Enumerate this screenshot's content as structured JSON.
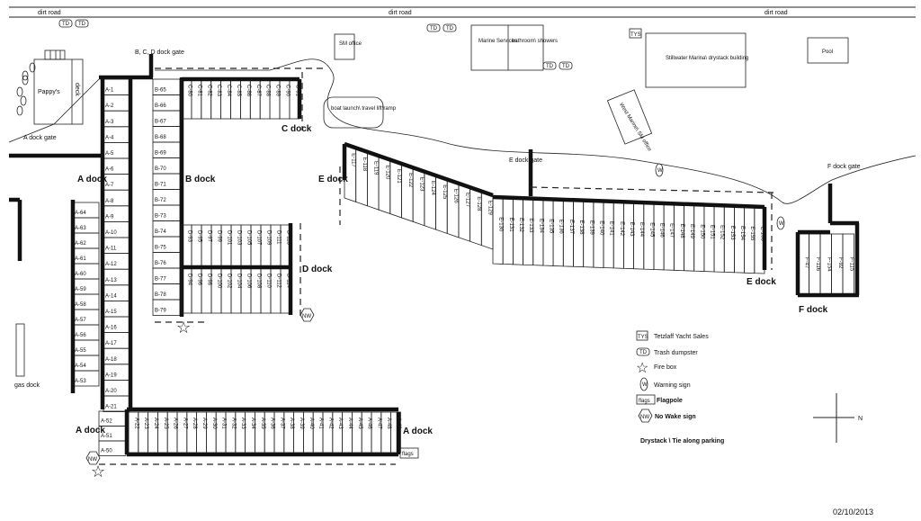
{
  "roads": {
    "dirt_road_left": "dirt road",
    "dirt_road_mid": "dirt road",
    "dirt_road_right": "dirt road"
  },
  "buildings": {
    "pappys": "Pappy's",
    "pappys_deck": "deck",
    "sm_office": "SM office",
    "marine_services": "Marine Services",
    "bathroom_showers": "bathroom\\ showers",
    "stillwater": "Stillwater Marina\\ drystack building",
    "pool": "Pool",
    "west_marine": "West Marine\\ SM office",
    "boat_launch": "boat launch\\ travel lift\\ramp",
    "gas_dock": "gas dock"
  },
  "gates": {
    "bcd": "B, C, D dock gate",
    "a": "A dock gate",
    "e": "E dock gate",
    "f": "F dock gate"
  },
  "markers": {
    "td": "TD",
    "tys": "TYS",
    "w": "W",
    "nw": "NW",
    "flags": "flags"
  },
  "dock_labels": {
    "a_top": "A dock",
    "a_bottom": "A dock",
    "a_right": "A dock",
    "b": "B dock",
    "c": "C dock",
    "d": "D dock",
    "e_left": "E dock",
    "e_right": "E dock",
    "f": "F dock"
  },
  "slips": {
    "a_left": [
      "A-64",
      "A-63",
      "A-62",
      "A-61",
      "A-60",
      "A-59",
      "A-58",
      "A-57",
      "A-56",
      "A-55",
      "A-54",
      "A-53"
    ],
    "a_main": [
      "A-1",
      "A-2",
      "A-3",
      "A-4",
      "A-5",
      "A-6",
      "A-7",
      "A-8",
      "A-9",
      "A-10",
      "A-11",
      "A-12",
      "A-13",
      "A-14",
      "A-15",
      "A-16",
      "A-17",
      "A-18",
      "A-19",
      "A-20",
      "A-21"
    ],
    "a_gate": [
      "A-52",
      "A-51",
      "A-50"
    ],
    "a_bottom": [
      "A-22",
      "A-23",
      "A-24",
      "A-25",
      "A-26",
      "A-27",
      "A-28",
      "A-29",
      "A-30",
      "A-31",
      "A-32",
      "A-33",
      "A-34",
      "A-35",
      "A-36",
      "A-37",
      "A-38",
      "A-39",
      "A-40",
      "A-41",
      "A-42",
      "A-43",
      "A-44",
      "A-45",
      "A-46",
      "A-47",
      "A-48",
      "A-49"
    ],
    "b": [
      "B-65",
      "B-66",
      "B-67",
      "B-68",
      "B-69",
      "B-70",
      "B-71",
      "B-72",
      "B-73",
      "B-74",
      "B-75",
      "B-76",
      "B-77",
      "B-78",
      "B-79"
    ],
    "c": [
      "C-80",
      "C-81",
      "C-82",
      "C-83",
      "C-84",
      "C-85",
      "C-86",
      "C-87",
      "C-88",
      "C-89",
      "C-90",
      "C-91"
    ],
    "d_top": [
      "D-93",
      "D-95",
      "D-97",
      "D-99",
      "D-101",
      "D-103",
      "D-105",
      "D-107",
      "D-109",
      "D-111",
      "D-113"
    ],
    "d_bottom": [
      "D-94",
      "D-96",
      "D-98",
      "D-100",
      "D-102",
      "D-104",
      "D-106",
      "D-108",
      "D-110",
      "D-112",
      "D-114"
    ],
    "e_diag": [
      "E-117",
      "E-118",
      "E-119",
      "E-120",
      "E-121",
      "E-122",
      "E-123",
      "E-124",
      "E-125",
      "E-126",
      "E-127",
      "E-128",
      "E-129"
    ],
    "e_straight": [
      "E-130",
      "E-131",
      "E-132",
      "E-133",
      "E-134",
      "E-135",
      "E-136",
      "E-137",
      "E-138",
      "E-139",
      "E-140",
      "E-141",
      "E-142",
      "E-143",
      "E-144",
      "E-145",
      "E-146",
      "E-147",
      "E-148",
      "E-149",
      "E-150",
      "E-151",
      "E-152",
      "E-153",
      "E-154",
      "E-155",
      "E-156"
    ],
    "f": [
      "F-47",
      "F-116",
      "F-154",
      "F-92",
      "F-115"
    ]
  },
  "legend": {
    "tys": "Tetzlaff Yacht Sales",
    "td": "Trash dumpster",
    "firebox": "Fire box",
    "warning": "Warning sign",
    "flagpole": "Flagpole",
    "nowake": "No Wake sign",
    "drystack": "Drystack \\ Tie along parking",
    "tys_icon": "TYS",
    "td_icon": "TD",
    "w_icon": "W",
    "flags_icon": "flags",
    "nw_icon": "NW"
  },
  "compass": "N",
  "date": "02/10/2013"
}
